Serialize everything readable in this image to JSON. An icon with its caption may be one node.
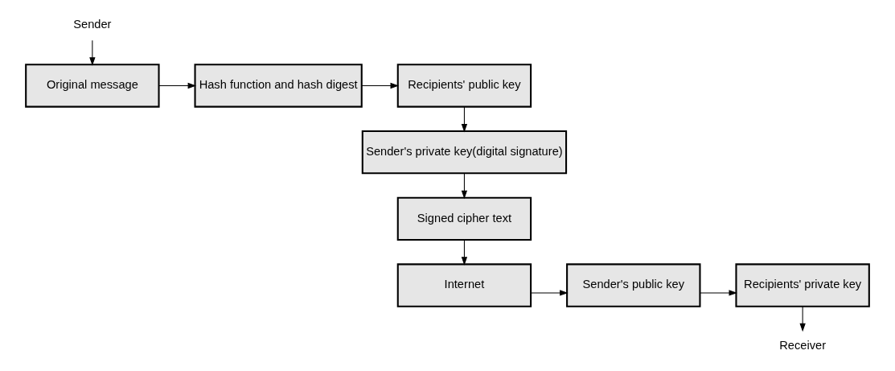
{
  "diagram": {
    "nodes": [
      {
        "text": [
          "Original message"
        ]
      },
      {
        "text": [
          "Hash function and hash digest"
        ]
      },
      {
        "text": [
          "Recipients' public key"
        ]
      },
      {
        "text": [
          "Sender"
        ]
      },
      {
        "text": [
          "Sender's private key(digital signature)"
        ]
      },
      {
        "text": [
          "Signed cipher text"
        ]
      },
      {
        "text": [
          "Receiver"
        ]
      },
      {
        "text": [
          "Recipients' private key"
        ]
      },
      {
        "text": [
          "Sender's public key"
        ]
      },
      {
        "text": [
          "Internet"
        ]
      }
    ],
    "edges": [
      {
        "from": 3,
        "to": 0,
        "arrow": "to"
      },
      {
        "from": 0,
        "to": 1,
        "arrow": "to"
      },
      {
        "from": 1,
        "to": 2,
        "arrow": "to"
      },
      {
        "from": 2,
        "to": 4,
        "arrow": "to"
      },
      {
        "from": 4,
        "to": 5,
        "arrow": "to"
      },
      {
        "from": 5,
        "to": 9,
        "arrow": "to"
      },
      {
        "from": 9,
        "to": 8,
        "arrow": "to"
      },
      {
        "from": 8,
        "to": 7,
        "arrow": "to"
      },
      {
        "from": 7,
        "to": 6,
        "arrow": "to"
      }
    ]
  }
}
